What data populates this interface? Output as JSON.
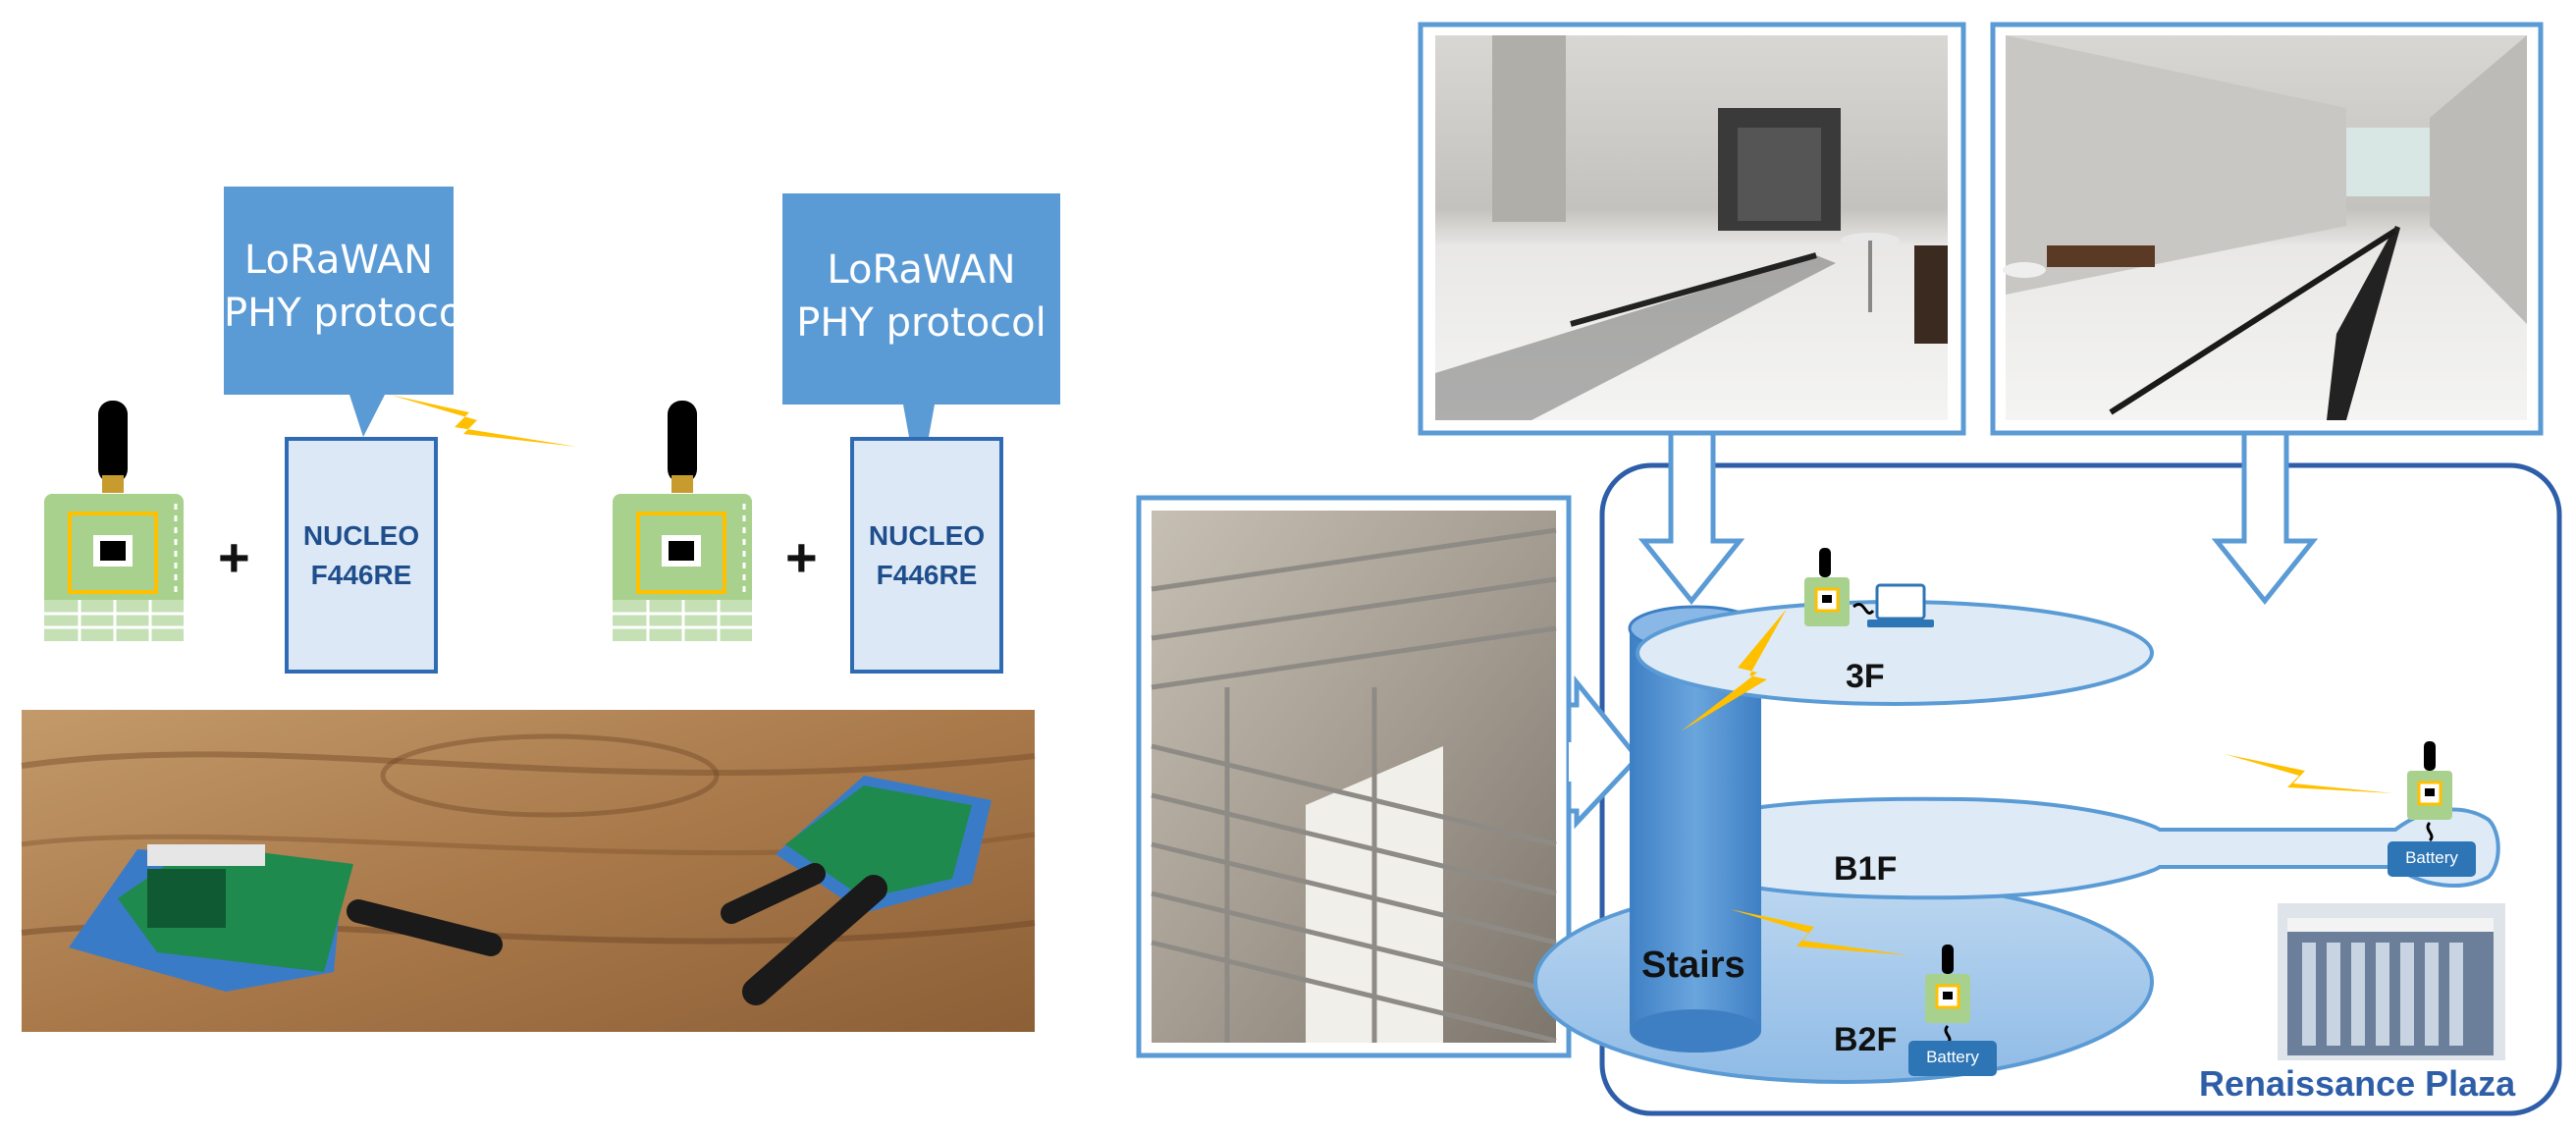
{
  "callouts": [
    {
      "line1": "LoRaWAN",
      "line2": "PHY protocol"
    },
    {
      "line1": "LoRaWAN",
      "line2": "PHY protocol"
    }
  ],
  "boards": [
    {
      "line1": "NUCLEO",
      "line2": "F446RE"
    },
    {
      "line1": "NUCLEO",
      "line2": "F446RE"
    }
  ],
  "plus_sign": "+",
  "floors": [
    "3F",
    "B1F",
    "B2F"
  ],
  "stairs_label": "Stairs",
  "battery_label": "Battery",
  "building_label": "Renaissance Plaza",
  "colors": {
    "callout_fill": "#5b9bd5",
    "board_fill": "#dde8f6",
    "board_border": "#2f6bb3",
    "frame_border": "#5b9bd5",
    "floor_fill": "#deebf7",
    "stairs_fill": "#5b9bd5",
    "lightning": "#ffc000",
    "module_green": "#a9d18e"
  }
}
